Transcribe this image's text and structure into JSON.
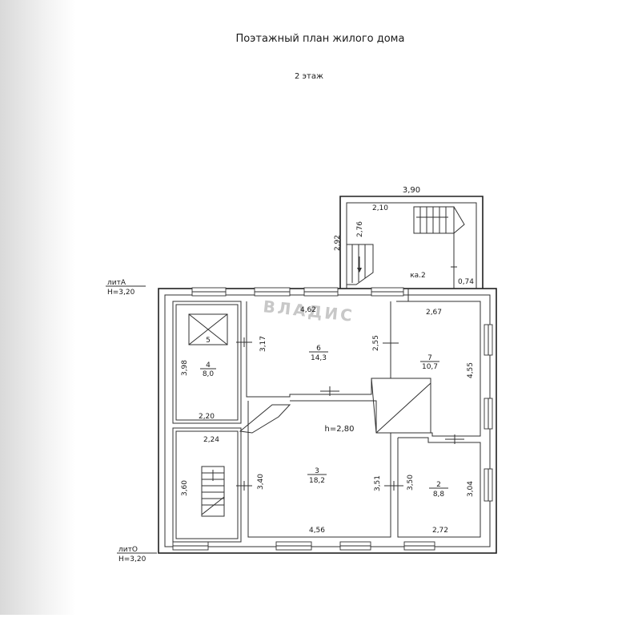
{
  "title": "Поэтажный план жилого дома",
  "floor": "2 этаж",
  "lit_a": {
    "name": "литА",
    "height": "Н=3,20"
  },
  "lit_o": {
    "name": "литО",
    "height": "Н=3,20"
  },
  "watermark": "ВЛАДИС",
  "ceiling_height": "h=2,80",
  "annex": {
    "width": "3,90",
    "inner_width": "2,10",
    "height_outer": "2,92",
    "height_inner": "2,76",
    "label": "ка.2",
    "small": "0,74"
  },
  "rooms": {
    "r3": {
      "number": "3",
      "area": "18,2",
      "height": "3,40",
      "height_right": "3,51",
      "width": "4,56"
    },
    "r2": {
      "number": "2",
      "area": "8,8",
      "height": "3,50",
      "height_right": "3,04",
      "width": "2,72"
    },
    "r4": {
      "number": "4",
      "area": "8,0",
      "height": "3,98",
      "width": "2,20"
    },
    "r5": {
      "number": "5"
    },
    "r6": {
      "number": "6",
      "area": "14,3",
      "width": "4,62",
      "height": "3,17",
      "height_right": "2,55"
    },
    "r7": {
      "number": "7",
      "area": "10,7",
      "width": "2,67",
      "height": "4,55"
    },
    "stair": {
      "width": "2,24",
      "height": "3,60"
    }
  }
}
